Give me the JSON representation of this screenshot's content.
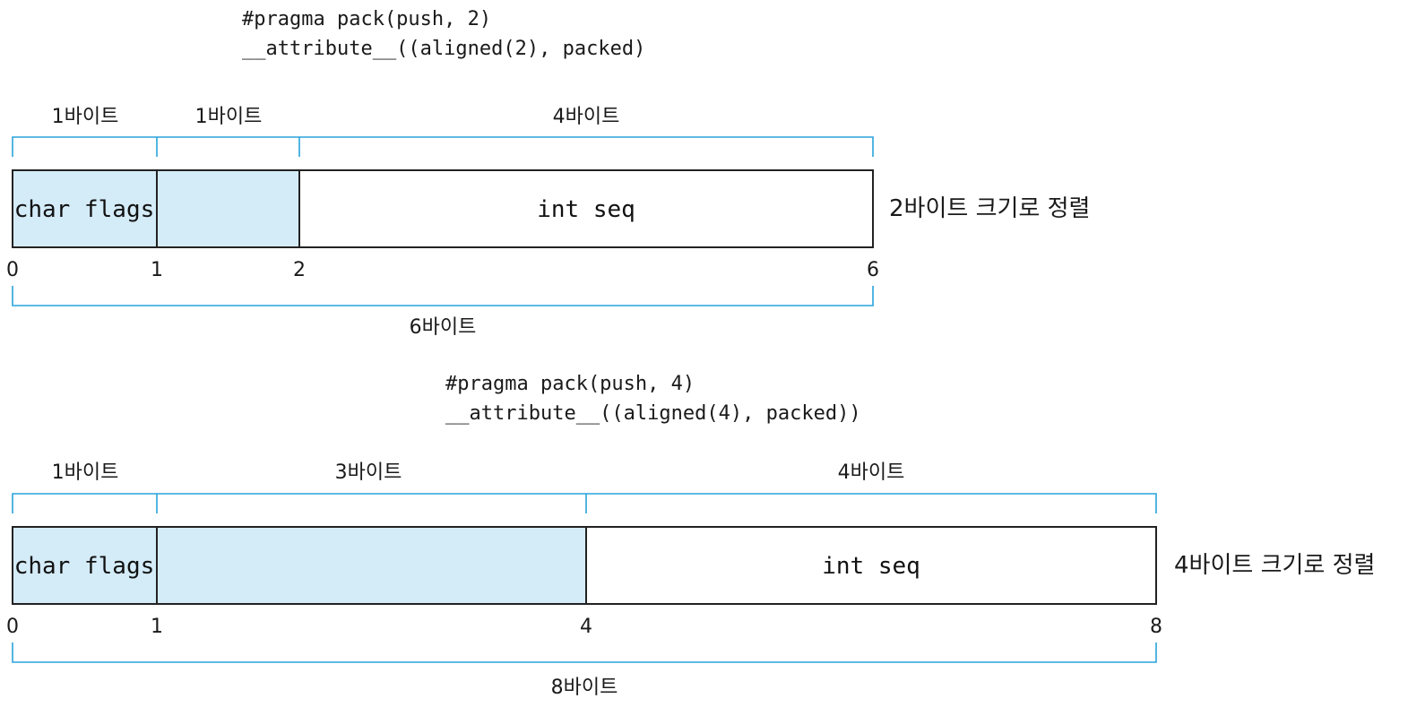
{
  "colors": {
    "padding_fill": "#d4ebf8",
    "int_fill": "#ffffff",
    "bracket": "#29a3db",
    "border": "#222222"
  },
  "layout_top": {
    "code_line1": "#pragma pack(push, 2)",
    "code_line2": "__attribute__((aligned(2), packed)",
    "segments": [
      {
        "size_label": "1바이트",
        "cell_text": "char flags",
        "fill": "padding_fill"
      },
      {
        "size_label": "1바이트",
        "cell_text": "",
        "fill": "padding_fill"
      },
      {
        "size_label": "4바이트",
        "cell_text": "int seq",
        "fill": "int_fill"
      }
    ],
    "offsets": [
      "0",
      "1",
      "2",
      "6"
    ],
    "total_label": "6바이트",
    "alignment_label": "2바이트 크기로 정렬"
  },
  "layout_bottom": {
    "code_line1": "#pragma pack(push, 4)",
    "code_line2": "__attribute__((aligned(4), packed))",
    "segments": [
      {
        "size_label": "1바이트",
        "cell_text": "char flags",
        "fill": "padding_fill"
      },
      {
        "size_label": "3바이트",
        "cell_text": "",
        "fill": "padding_fill"
      },
      {
        "size_label": "4바이트",
        "cell_text": "int seq",
        "fill": "int_fill"
      }
    ],
    "offsets": [
      "0",
      "1",
      "4",
      "8"
    ],
    "total_label": "8바이트",
    "alignment_label": "4바이트 크기로 정렬"
  }
}
